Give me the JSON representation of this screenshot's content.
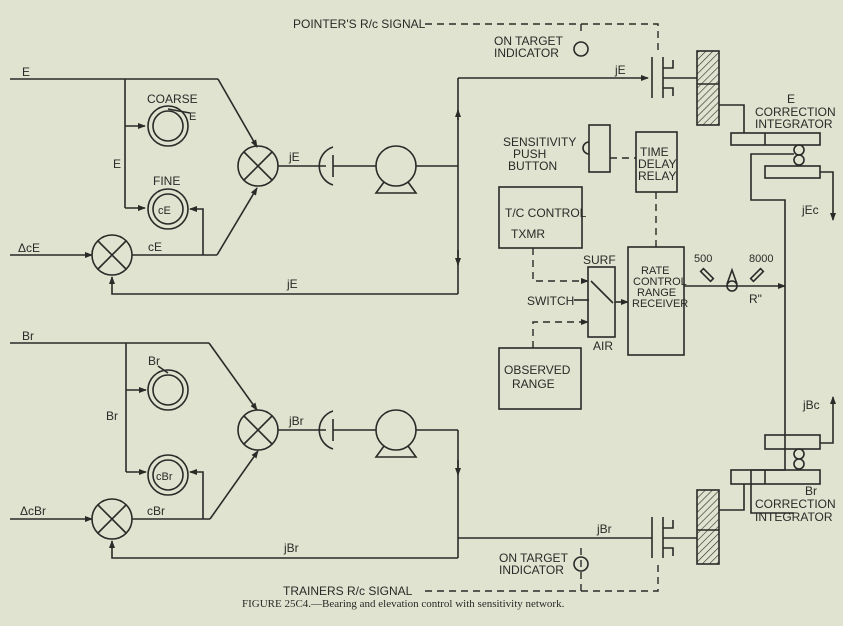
{
  "caption": "FIGURE 25C4.—Bearing and elevation control with sensitivity network.",
  "labels": {
    "pointers_signal": "POINTER'S R/c SIGNAL",
    "trainers_signal": "TRAINERS R/c SIGNAL",
    "on_target": [
      "ON TARGET",
      "INDICATOR"
    ],
    "sensitivity": [
      "SENSITIVITY",
      "PUSH",
      "BUTTON"
    ],
    "time_delay": [
      "TIME",
      "DELAY",
      "RELAY"
    ],
    "tc_control": [
      "T/C CONTROL",
      "TXMR"
    ],
    "surf": "SURF",
    "air": "AIR",
    "switch": "SWITCH",
    "rate_control": [
      "RATE",
      "CONTROL",
      "RANGE",
      "RECEIVER"
    ],
    "observed_range": [
      "OBSERVED",
      "RANGE"
    ],
    "e_integrator": [
      "E",
      "CORRECTION",
      "INTEGRATOR"
    ],
    "br_integrator": [
      "Br",
      "CORRECTION",
      "INTEGRATOR"
    ],
    "r_min": "500",
    "r_max": "8000",
    "r_dd": "R\"",
    "jEc": "jEc",
    "jBc": "jBc"
  },
  "elevation": {
    "input": "E",
    "coarse": "COARSE",
    "coarse_dial": "E",
    "branch": "E",
    "fine": "FINE",
    "fine_dial": "cE",
    "delta": "ΔcE",
    "c_signal": "cE",
    "j_out": "jE",
    "j_fb": "jE",
    "j_top": "jE"
  },
  "bearing": {
    "input": "Br",
    "coarse_dial_label": "Br",
    "branch": "Br",
    "fine_dial": "cBr",
    "delta": "ΔcBr",
    "c_signal": "cBr",
    "j_out": "jBr",
    "j_fb": "jBr",
    "j_bottom": "jBr"
  }
}
